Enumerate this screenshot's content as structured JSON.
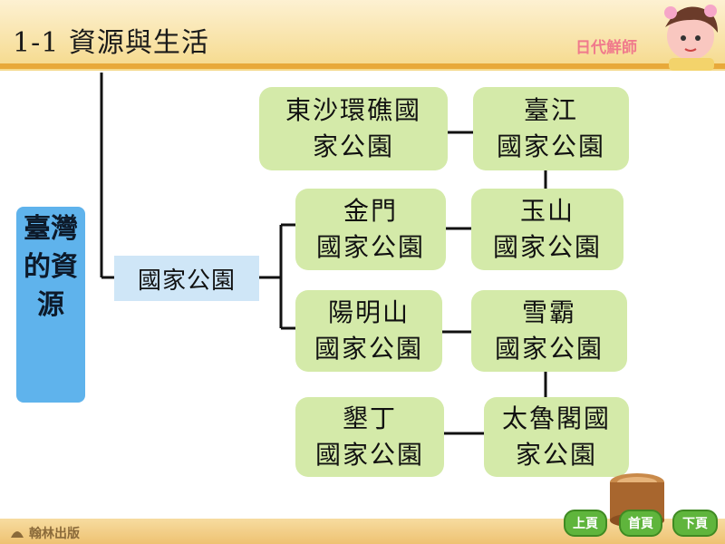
{
  "header": {
    "title": "1-1  資源與生活",
    "brand": "日代鮮師"
  },
  "diagram": {
    "root": "臺灣的資源",
    "branch": "國家公園",
    "parks": [
      {
        "id": "dongsha",
        "line1": "東沙環礁國",
        "line2": "家公園"
      },
      {
        "id": "taijiang",
        "line1": "臺江",
        "line2": "國家公園"
      },
      {
        "id": "kinmen",
        "line1": "金門",
        "line2": "國家公園"
      },
      {
        "id": "yushan",
        "line1": "玉山",
        "line2": "國家公園"
      },
      {
        "id": "yangmingshan",
        "line1": "陽明山",
        "line2": "國家公園"
      },
      {
        "id": "shei-pa",
        "line1": "雪霸",
        "line2": "國家公園"
      },
      {
        "id": "kenting",
        "line1": "墾丁",
        "line2": "國家公園"
      },
      {
        "id": "taroko",
        "line1": "太魯閣國",
        "line2": "家公園"
      }
    ]
  },
  "footer": {
    "publisher": "翰林出版",
    "prev": "上頁",
    "home": "首頁",
    "next": "下頁"
  },
  "colors": {
    "root": "#5fb3ec",
    "branch": "#cfe6f7",
    "park": "#d4eaa9",
    "header_line": "#e8a93a"
  }
}
